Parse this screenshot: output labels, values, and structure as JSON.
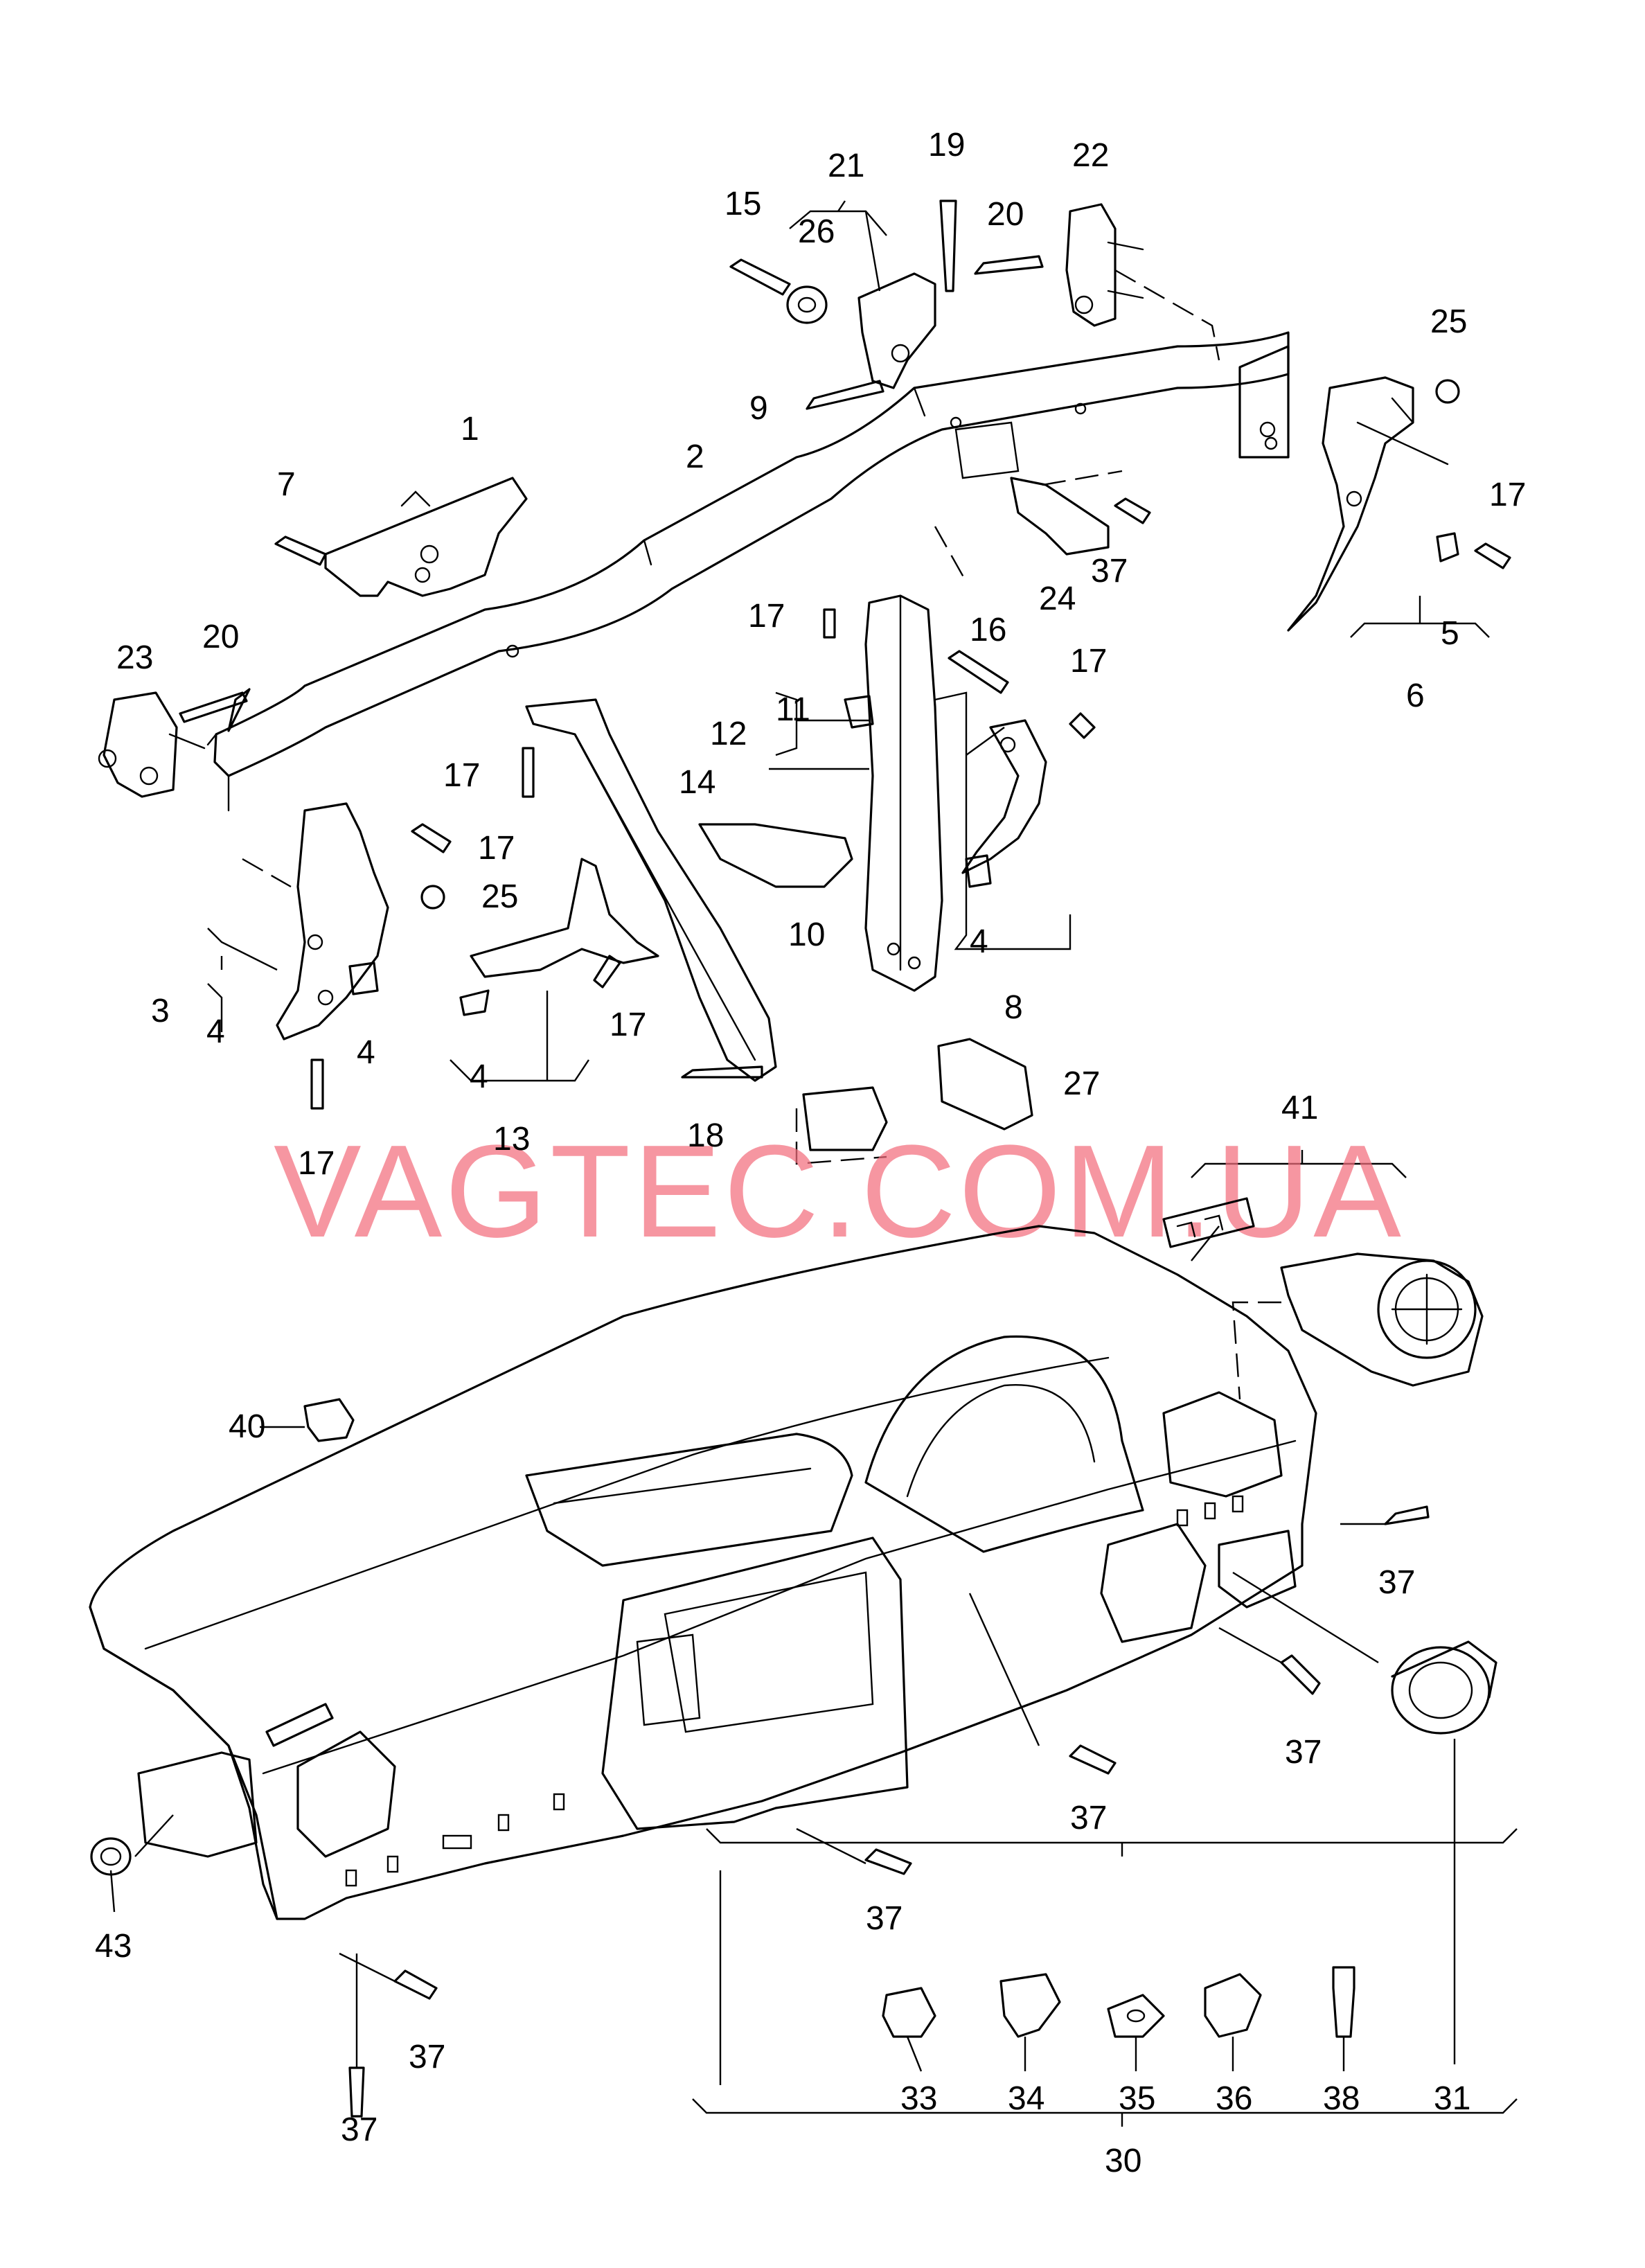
{
  "watermark": "VAGTEC.COM.UA",
  "callouts": [
    {
      "id": "1",
      "label": "1"
    },
    {
      "id": "2",
      "label": "2"
    },
    {
      "id": "3",
      "label": "3"
    },
    {
      "id": "4a",
      "label": "4"
    },
    {
      "id": "4b",
      "label": "4"
    },
    {
      "id": "4c",
      "label": "4"
    },
    {
      "id": "4d",
      "label": "4"
    },
    {
      "id": "5",
      "label": "5"
    },
    {
      "id": "6",
      "label": "6"
    },
    {
      "id": "7",
      "label": "7"
    },
    {
      "id": "8",
      "label": "8"
    },
    {
      "id": "9",
      "label": "9"
    },
    {
      "id": "10",
      "label": "10"
    },
    {
      "id": "11",
      "label": "11"
    },
    {
      "id": "12",
      "label": "12"
    },
    {
      "id": "13",
      "label": "13"
    },
    {
      "id": "14",
      "label": "14"
    },
    {
      "id": "15",
      "label": "15"
    },
    {
      "id": "16",
      "label": "16"
    },
    {
      "id": "17a",
      "label": "17"
    },
    {
      "id": "17b",
      "label": "17"
    },
    {
      "id": "17c",
      "label": "17"
    },
    {
      "id": "17d",
      "label": "17"
    },
    {
      "id": "17e",
      "label": "17"
    },
    {
      "id": "17f",
      "label": "17"
    },
    {
      "id": "17g",
      "label": "17"
    },
    {
      "id": "18",
      "label": "18"
    },
    {
      "id": "19",
      "label": "19"
    },
    {
      "id": "20a",
      "label": "20"
    },
    {
      "id": "20b",
      "label": "20"
    },
    {
      "id": "21",
      "label": "21"
    },
    {
      "id": "22",
      "label": "22"
    },
    {
      "id": "23",
      "label": "23"
    },
    {
      "id": "24",
      "label": "24"
    },
    {
      "id": "25a",
      "label": "25"
    },
    {
      "id": "25b",
      "label": "25"
    },
    {
      "id": "26",
      "label": "26"
    },
    {
      "id": "27",
      "label": "27"
    },
    {
      "id": "30",
      "label": "30"
    },
    {
      "id": "31",
      "label": "31"
    },
    {
      "id": "33",
      "label": "33"
    },
    {
      "id": "34",
      "label": "34"
    },
    {
      "id": "35",
      "label": "35"
    },
    {
      "id": "36",
      "label": "36"
    },
    {
      "id": "37a",
      "label": "37"
    },
    {
      "id": "37b",
      "label": "37"
    },
    {
      "id": "37c",
      "label": "37"
    },
    {
      "id": "37d",
      "label": "37"
    },
    {
      "id": "37e",
      "label": "37"
    },
    {
      "id": "37f",
      "label": "37"
    },
    {
      "id": "37g",
      "label": "37"
    },
    {
      "id": "38",
      "label": "38"
    },
    {
      "id": "40",
      "label": "40"
    },
    {
      "id": "41",
      "label": "41"
    },
    {
      "id": "43",
      "label": "43"
    }
  ]
}
